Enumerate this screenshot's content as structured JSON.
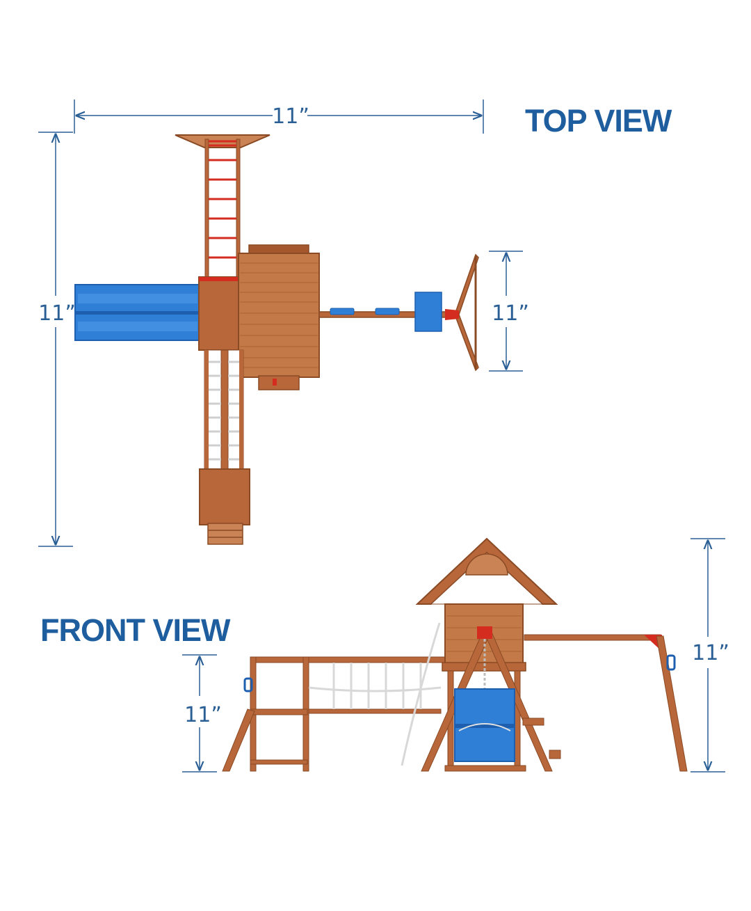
{
  "titles": {
    "top": "TOP VIEW",
    "front": "FRONT VIEW"
  },
  "dimensions": {
    "top_width": "11”",
    "top_depth": "11”",
    "swing_width": "11”",
    "front_deck_height": "11”",
    "front_overall_height": "11”"
  },
  "colors": {
    "title": "#1f5e9e",
    "dimension_line": "#2a5f96",
    "wood": "#b8673a",
    "wood_dark": "#8a4a24",
    "wood_light": "#c98354",
    "slide_blue": "#2f7fd6",
    "slide_blue_dark": "#1d5fae",
    "accent_red": "#d42c1e",
    "rope": "#e0e0e0"
  }
}
